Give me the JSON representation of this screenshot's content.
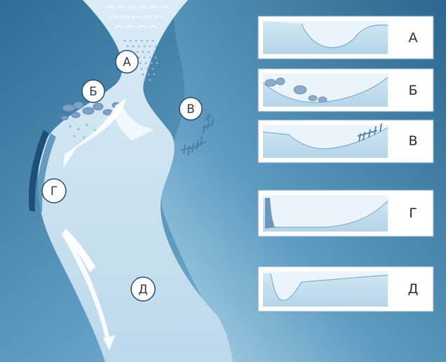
{
  "river_markers": [
    {
      "id": "A",
      "label": "А"
    },
    {
      "id": "B",
      "label": "Б"
    },
    {
      "id": "V",
      "label": "В"
    },
    {
      "id": "G",
      "label": "Г"
    },
    {
      "id": "D",
      "label": "Д"
    }
  ],
  "cross_sections": [
    {
      "id": "A",
      "label": "А"
    },
    {
      "id": "B",
      "label": "Б"
    },
    {
      "id": "V",
      "label": "В"
    },
    {
      "id": "G",
      "label": "Г"
    },
    {
      "id": "D",
      "label": "Д"
    }
  ],
  "colors": {
    "land_dark": "#3d7ba3",
    "land_light": "#8cc0db",
    "river_water": "#c6dfee",
    "panel_border": "#5a8fb5",
    "panel_water": "#a9cde3",
    "marker_fill": "#ffffff",
    "marker_stroke": "#2e4a66",
    "flow_arrow": "#ffffff",
    "bank_erosion": "#1e4f78",
    "rocks": "#6d92b8"
  }
}
